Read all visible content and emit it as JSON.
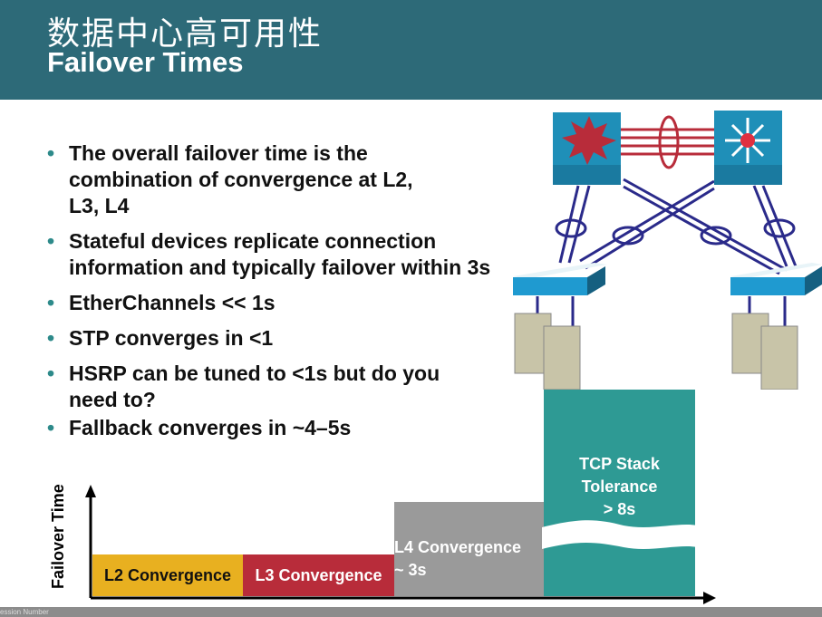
{
  "header": {
    "title_cn": "数据中心高可用性",
    "title_en": "Failover Times"
  },
  "bullets": [
    "The overall failover time is the combination of convergence at L2, L3, L4",
    "Stateful devices replicate connection information and typically failover within 3s",
    "EtherChannels << 1s",
    "STP converges in <1",
    "HSRP can be tuned to <1s but do you need to?",
    "Fallback converges in ~4–5s"
  ],
  "chart": {
    "ylabel": "Failover Time",
    "bars": [
      {
        "label": "L2 Convergence",
        "color": "#e8b020"
      },
      {
        "label": "L3 Convergence",
        "color": "#b82c3a"
      },
      {
        "label": "L4 Convergence\n~ 3s",
        "line1": "L4 Convergence",
        "line2": "~ 3s",
        "color": "#9a9a9a"
      },
      {
        "line1": "TCP Stack",
        "line2": "Tolerance",
        "line3": "> 8s",
        "color": "#2e9a94"
      }
    ]
  },
  "footer": {
    "text": "ession Number"
  }
}
